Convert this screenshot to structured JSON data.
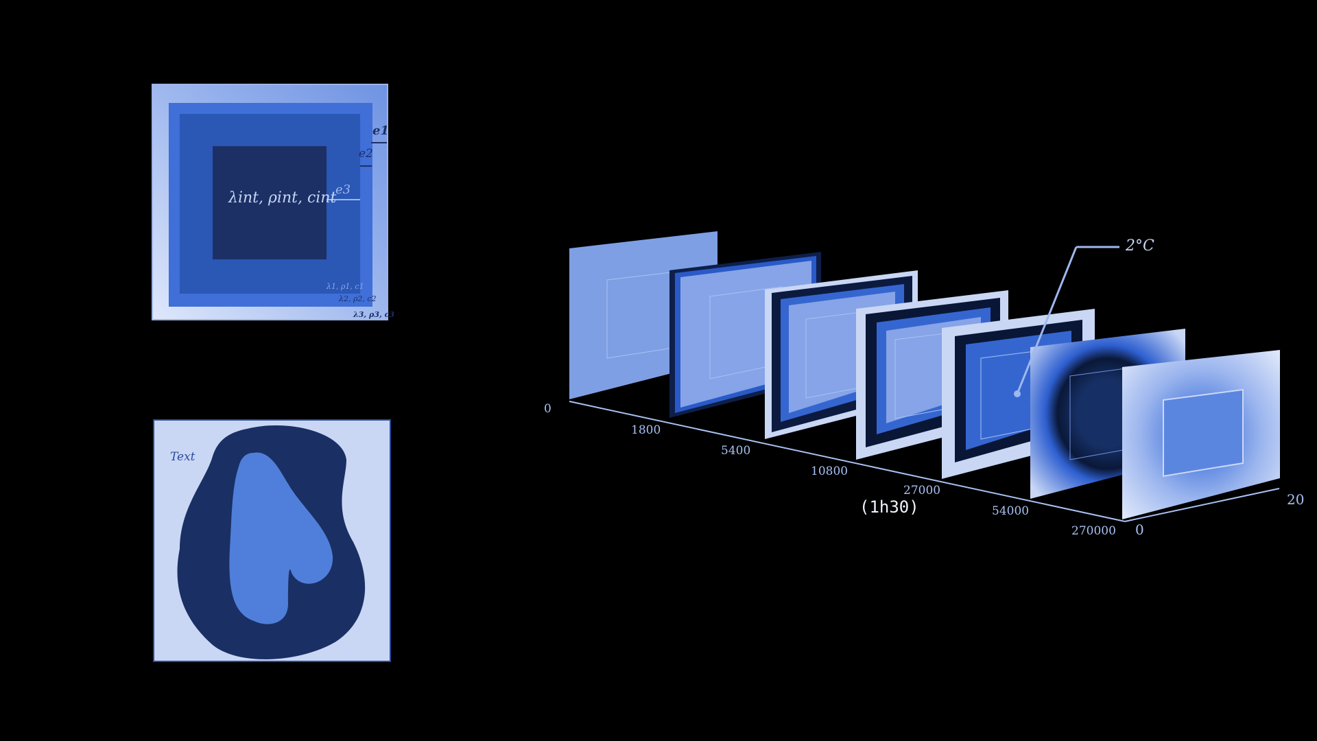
{
  "layered_box": {
    "interior_label": "λint, ρint, cint",
    "thickness_labels": [
      "e1",
      "e2",
      "e3"
    ],
    "layer_labels": [
      "λ1, ρ1, c1",
      "λ2, ρ2, c2",
      "λ3, ρ3, c3"
    ]
  },
  "blob_panel": {
    "exterior_label": "Text"
  },
  "slice_stack": {
    "time_ticks": [
      "0",
      "1800",
      "5400",
      "10800",
      "27000",
      "54000",
      "270000"
    ],
    "highlight_label": "(1h30)",
    "depth_ticks": [
      "0",
      "20"
    ],
    "annotation": "2°C"
  },
  "colors": {
    "background": "#000000",
    "dark_navy": "#1a2f63",
    "mid_blue": "#3b6ed8",
    "light_blue": "#8aa8e8",
    "pale_blue": "#c7d6f5"
  }
}
